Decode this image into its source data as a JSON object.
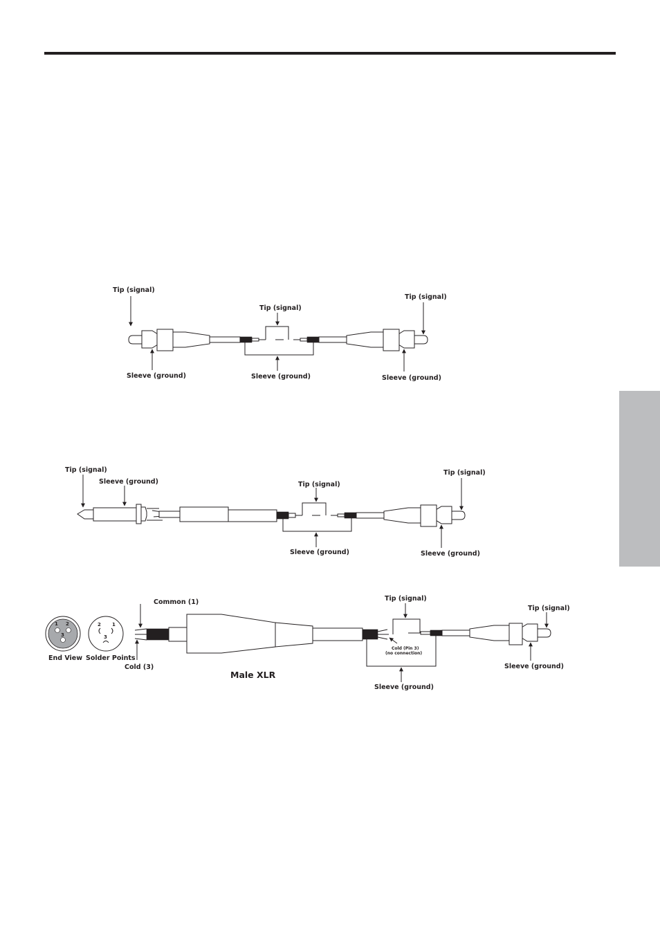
{
  "labels": {
    "tip_signal": "Tip (signal)",
    "sleeve_ground": "Sleeve (ground)",
    "common": "Common (1)",
    "cold": "Cold (3)",
    "end_view": "End View",
    "solder_points": "Solder Points",
    "male_xlr": "Male XLR",
    "cold_pin3": "Cold (Pin 3)",
    "no_connection": "(no connection)"
  },
  "pins": {
    "p1": "1",
    "p2": "2",
    "p3": "3"
  },
  "colors": {
    "ink": "#231f20",
    "side_tab": "#bcbdbf",
    "xlr_face": "#a7a9ac"
  }
}
